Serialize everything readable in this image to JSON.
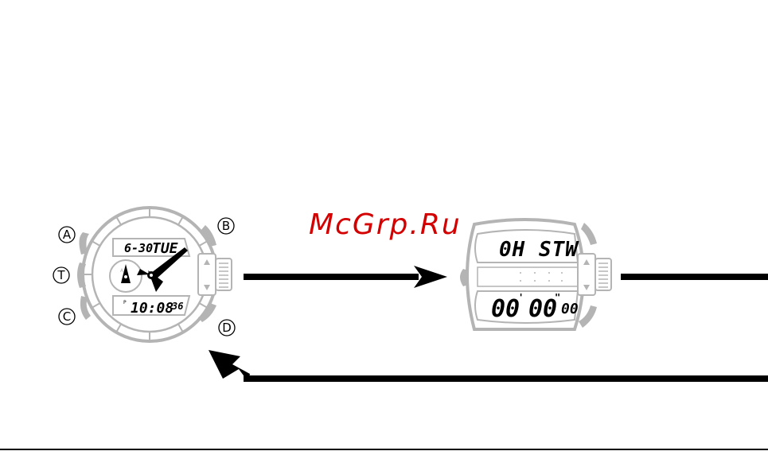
{
  "watermark": {
    "text": "McGrp.Ru",
    "color": "#d40000"
  },
  "colors": {
    "line": "#000000",
    "watch_outline": "#b4b4b4",
    "background": "#ffffff"
  },
  "watch_timekeeping": {
    "buttons": {
      "a": "A",
      "b": "B",
      "c": "C",
      "d": "D",
      "t": "T"
    },
    "date": "6-30",
    "weekday": "TUE",
    "pm_marker": "P",
    "time": "10:08",
    "seconds": "36",
    "mode_marker": "A"
  },
  "watch_stopwatch": {
    "mode": "0H STW",
    "minutes": "00",
    "seconds": "00",
    "hundredths": "00"
  },
  "icons": {
    "up": "triangle-up-icon",
    "down": "triangle-down-icon",
    "arrow": "arrow-right-icon",
    "return": "arrow-return-icon"
  }
}
